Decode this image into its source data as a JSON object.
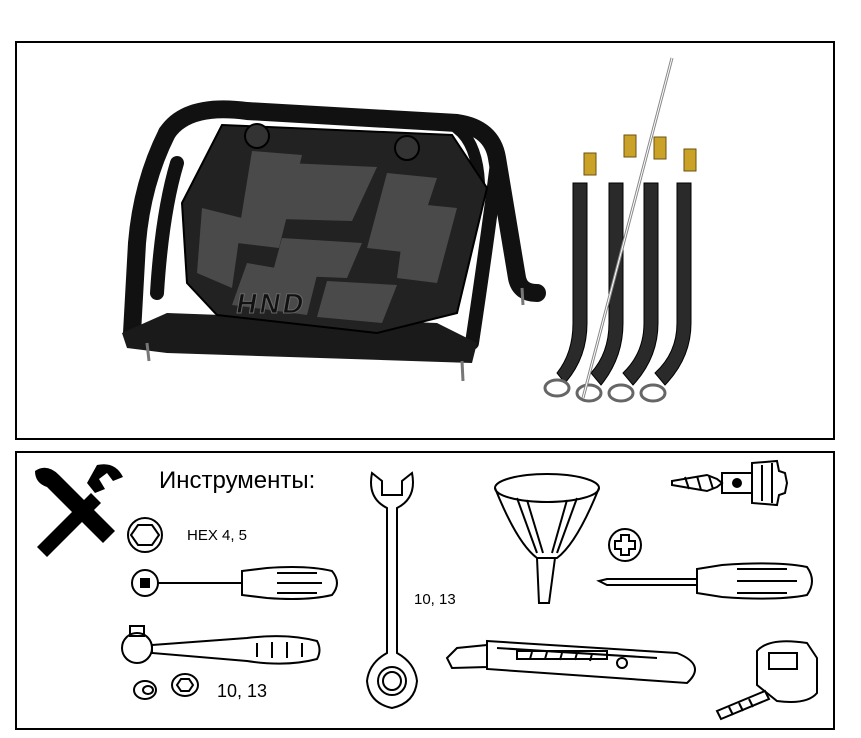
{
  "tools_section": {
    "title": "Инструменты:",
    "hex_label": "HEX 4, 5",
    "wrench_label": "10, 13",
    "socket_label": "10, 13"
  },
  "product": {
    "logo_text": "HND"
  },
  "icons": [
    "tools-icon",
    "hex-key-icon",
    "hex-screwdriver-icon",
    "ratchet-icon",
    "socket-icon",
    "combination-wrench-icon",
    "funnel-icon",
    "drill-bit-icon",
    "hole-saw-icon",
    "phillips-icon",
    "screwdriver-icon",
    "utility-knife-icon",
    "tape-measure-icon"
  ],
  "colors": {
    "border": "#000000",
    "product": "#1a1a1a",
    "thread_insert": "#c9a227"
  }
}
